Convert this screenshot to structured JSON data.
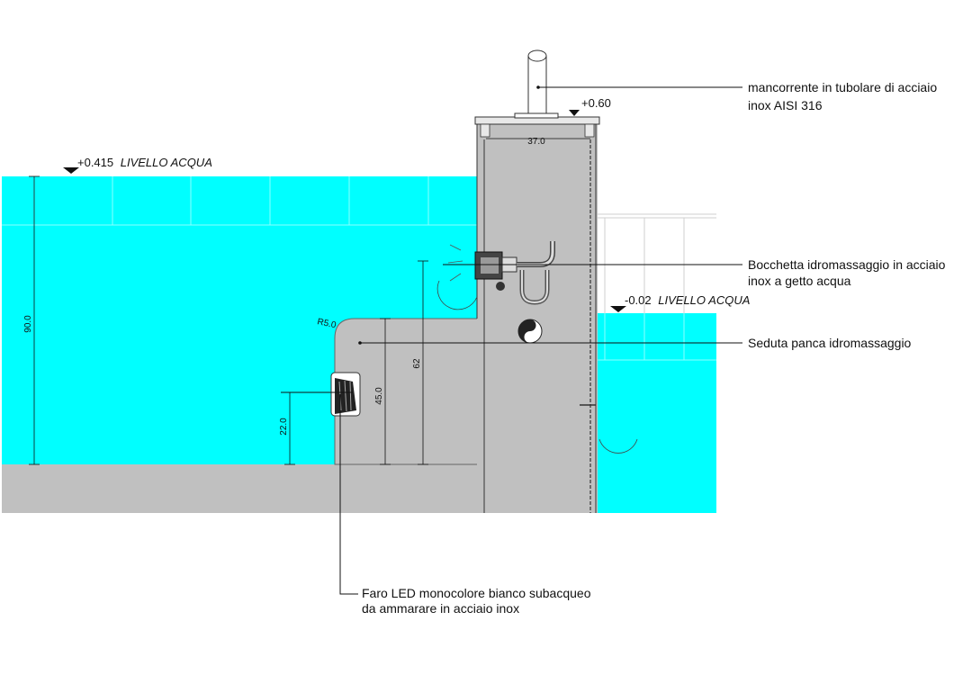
{
  "levels": {
    "top": "+0.60",
    "pool_value": "+0.415",
    "pool_text": "LIVELLO ACQUA",
    "spa_value": "-0.02",
    "spa_text": "LIVELLO ACQUA"
  },
  "dimensions": {
    "wall_width": "37.0",
    "water_depth": "90.0",
    "seat_height": "62",
    "seat_front": "45.0",
    "light_height": "22.0",
    "radius": "R5.0"
  },
  "callouts": {
    "handrail": [
      "mancorrente in tubolare di acciaio",
      "inox AISI 316"
    ],
    "jet": [
      "Bocchetta idromassaggio in acciaio",
      "inox a getto acqua"
    ],
    "seat": [
      "Seduta panca idromassaggio"
    ],
    "light": [
      "Faro LED monocolore bianco subacqueo",
      "da ammarare in acciaio inox"
    ]
  },
  "colors": {
    "water": "#00ffff",
    "concrete": "#c0c0c0",
    "line": "#111111"
  }
}
